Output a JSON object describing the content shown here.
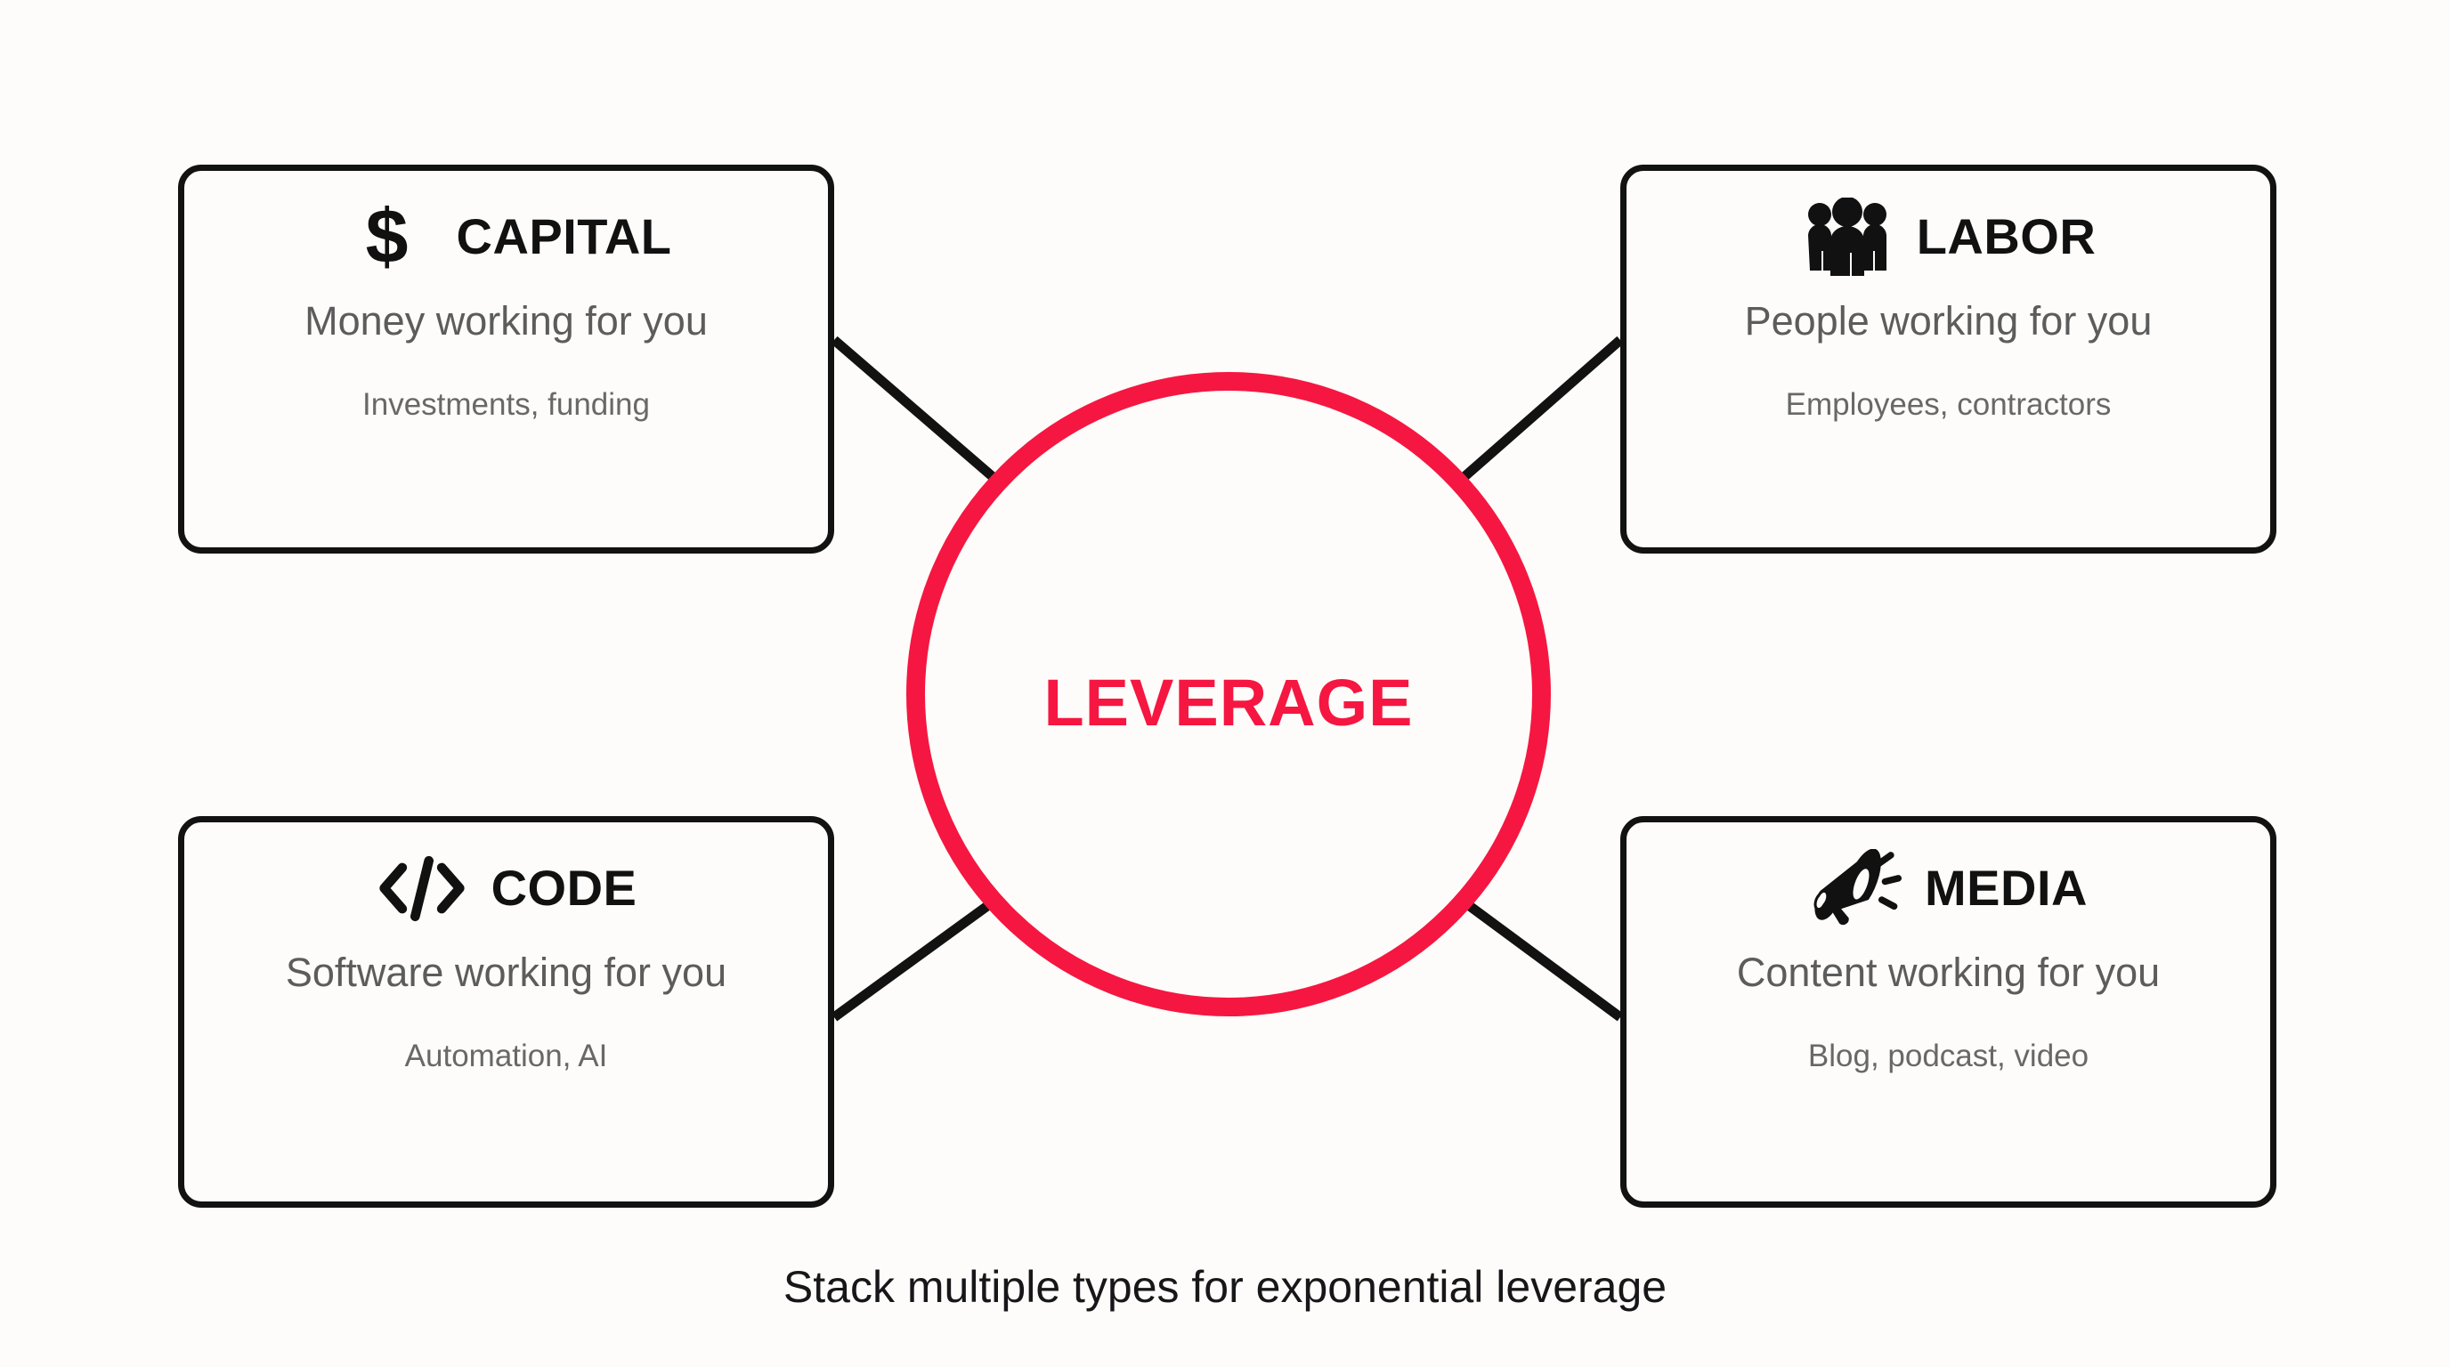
{
  "diagram": {
    "center": {
      "label": "LEVERAGE",
      "color": "#F51741"
    },
    "caption": "Stack multiple types for exponential leverage",
    "nodes": [
      {
        "id": "capital",
        "icon": "dollar-sign-icon",
        "icon_glyph": "$",
        "title": "CAPITAL",
        "subtitle": "Money working for you",
        "detail": "Investments, funding",
        "position": "top-left"
      },
      {
        "id": "labor",
        "icon": "people-group-icon",
        "icon_glyph": "",
        "title": "LABOR",
        "subtitle": "People working for you",
        "detail": "Employees, contractors",
        "position": "top-right"
      },
      {
        "id": "code",
        "icon": "code-brackets-icon",
        "icon_glyph": "</>",
        "title": "CODE",
        "subtitle": "Software working for you",
        "detail": "Automation, AI",
        "position": "bottom-left"
      },
      {
        "id": "media",
        "icon": "megaphone-icon",
        "icon_glyph": "",
        "title": "MEDIA",
        "subtitle": "Content working for you",
        "detail": "Blog, podcast, video",
        "position": "bottom-right"
      }
    ],
    "colors": {
      "background": "#FDFCFA",
      "card_border": "#121212",
      "accent": "#F51741",
      "subtitle_text": "#5C5C5C",
      "detail_text": "#686868",
      "caption_text": "#17171A"
    }
  }
}
